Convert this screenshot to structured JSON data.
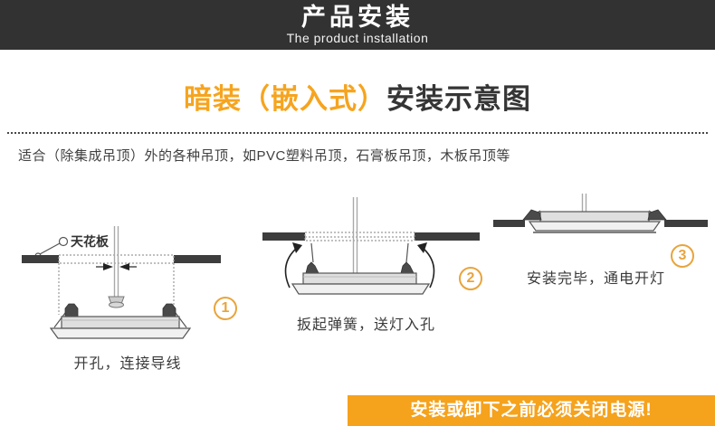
{
  "header": {
    "title_cn": "产品安装",
    "title_en": "The product installation"
  },
  "title": {
    "highlight": "暗装（嵌入式）",
    "rest": "安装示意图"
  },
  "description": "适合（除集成吊顶）外的各种吊顶，如PVC塑料吊顶，石膏板吊顶，木板吊顶等",
  "steps": [
    {
      "num": "1",
      "caption": "开孔，连接导线",
      "callout": "天花板"
    },
    {
      "num": "2",
      "caption": "扳起弹簧，送灯入孔"
    },
    {
      "num": "3",
      "caption": "安装完毕，通电开灯"
    }
  ],
  "warning": "安装或卸下之前必须关闭电源!",
  "colors": {
    "header_bg": "#323232",
    "accent_orange": "#f6a41f",
    "badge_orange": "#e8a43c",
    "banner_orange": "#f5a21d",
    "text_dark": "#3c3c3c"
  }
}
